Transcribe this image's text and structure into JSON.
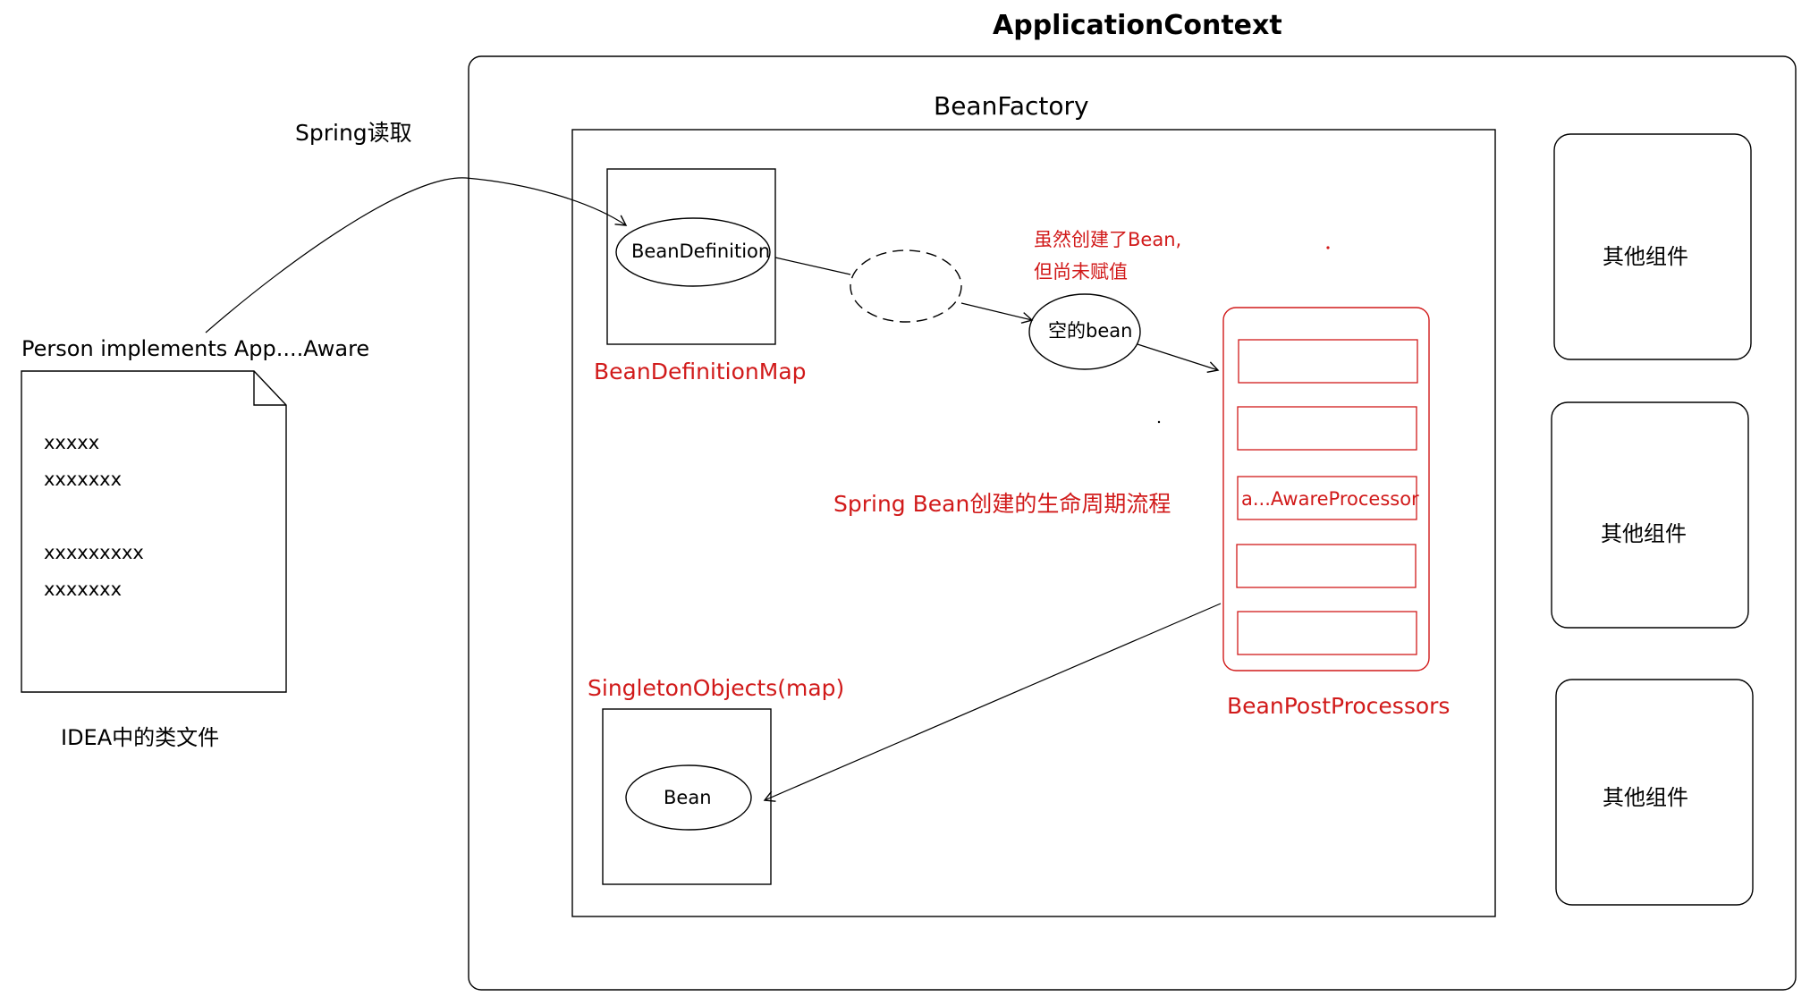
{
  "titles": {
    "application_context": "ApplicationContext",
    "bean_factory": "BeanFactory"
  },
  "left": {
    "spring_read_label": "Spring读取",
    "person_label": "Person implements App....Aware",
    "file_lines": [
      "xxxxx",
      "xxxxxxx",
      "xxxxxxxxx",
      "xxxxxxx"
    ],
    "file_caption": "IDEA中的类文件"
  },
  "bean_factory": {
    "bean_definition": "BeanDefinition",
    "bean_definition_map": "BeanDefinitionMap",
    "note_line1": "虽然创建了Bean,",
    "note_line2": "但尚未赋值",
    "empty_bean": "空的bean",
    "processor_aware": "a...AwareProcessor",
    "bean_post_processors": "BeanPostProcessors",
    "lifecycle_title": "Spring Bean创建的生命周期流程",
    "singleton_objects": "SingletonObjects(map)",
    "bean": "Bean"
  },
  "components": [
    "其他组件",
    "其他组件",
    "其他组件"
  ],
  "colors": {
    "accent_red": "#d11a1a",
    "stroke": "#000000"
  }
}
